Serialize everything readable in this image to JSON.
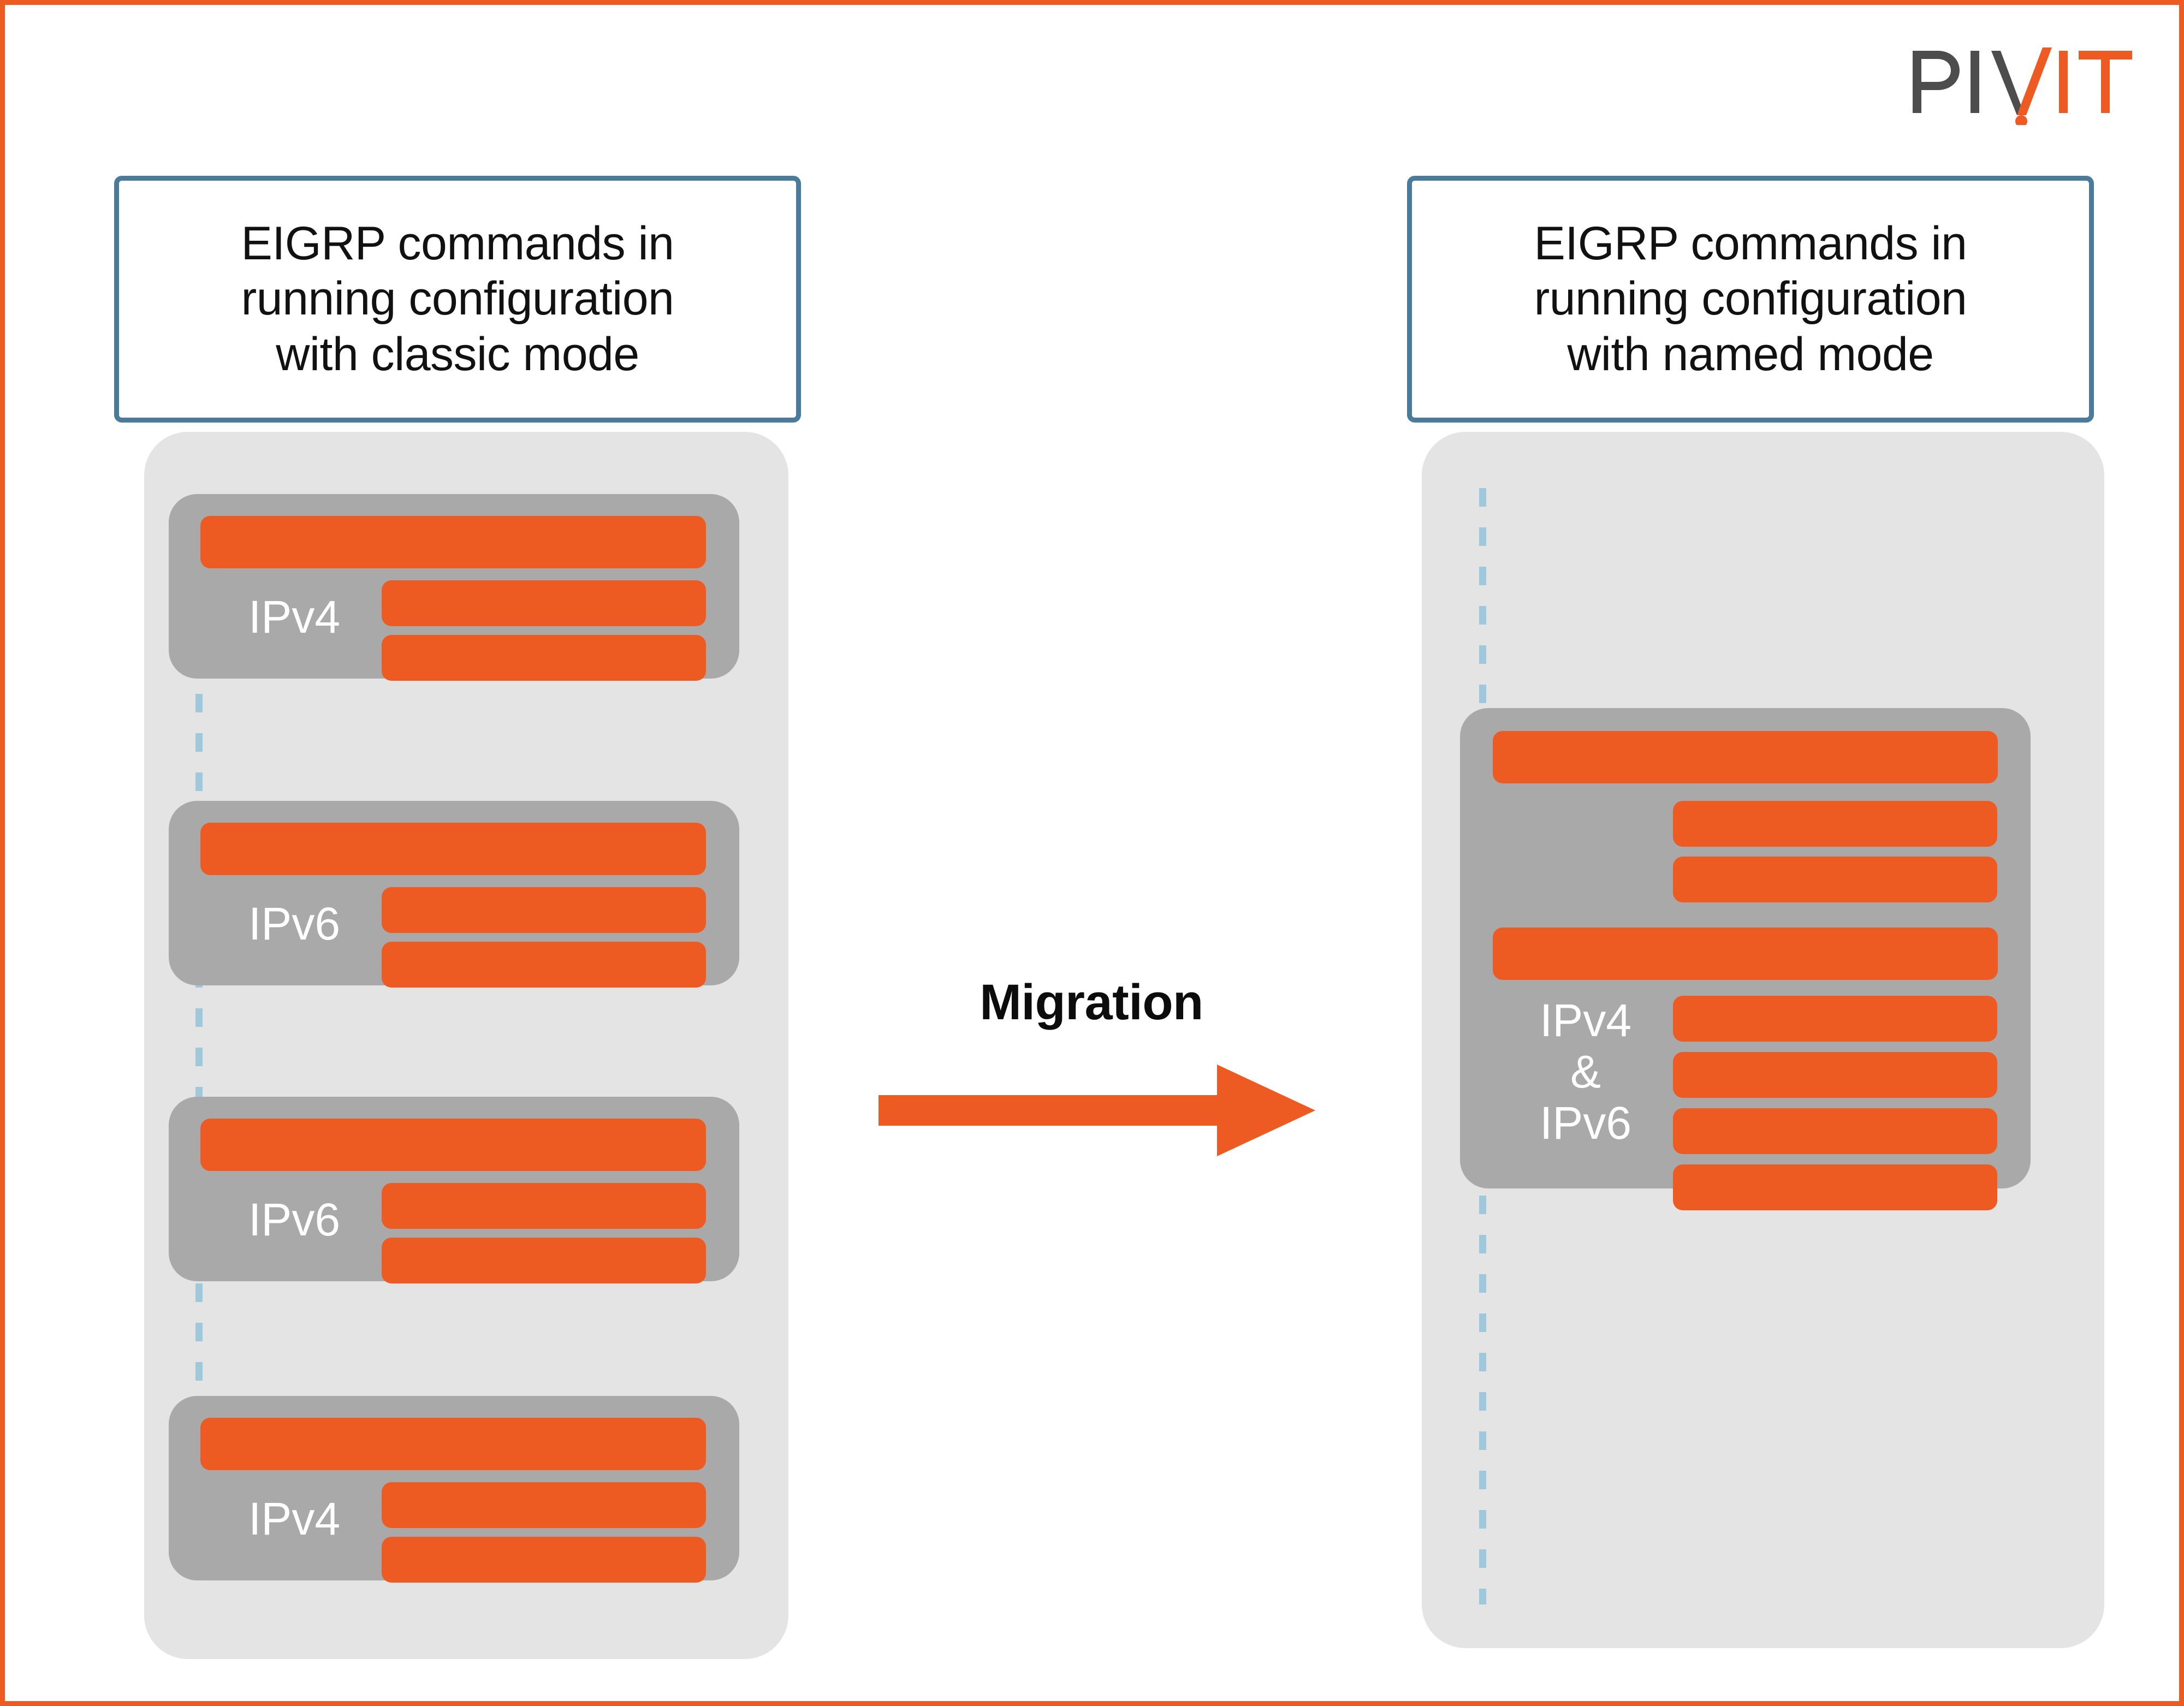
{
  "brand": {
    "logo_text_dark": "PIV",
    "logo_text_accent": "IT",
    "name": "PIVIT",
    "colors": {
      "accent_orange": "#EE5B22",
      "logo_gray": "#4D4D4D",
      "title_border_blue": "#4A7B9B",
      "card_gray": "#A9A9A9",
      "panel_gray": "#E4E4E4",
      "dash_blue": "#9FC8DA",
      "bar_orange": "#EE5B22"
    }
  },
  "left": {
    "title": "EIGRP commands in\nrunning configuration\nwith classic mode",
    "cards": [
      {
        "label": "IPv4"
      },
      {
        "label": "IPv6"
      },
      {
        "label": "IPv6"
      },
      {
        "label": "IPv4"
      }
    ]
  },
  "right": {
    "title": "EIGRP commands in\nrunning configuration\nwith named mode",
    "cards": [
      {
        "label": "IPv4\n&\nIPv6"
      }
    ]
  },
  "migration": {
    "label": "Migration",
    "arrow_direction": "right"
  }
}
